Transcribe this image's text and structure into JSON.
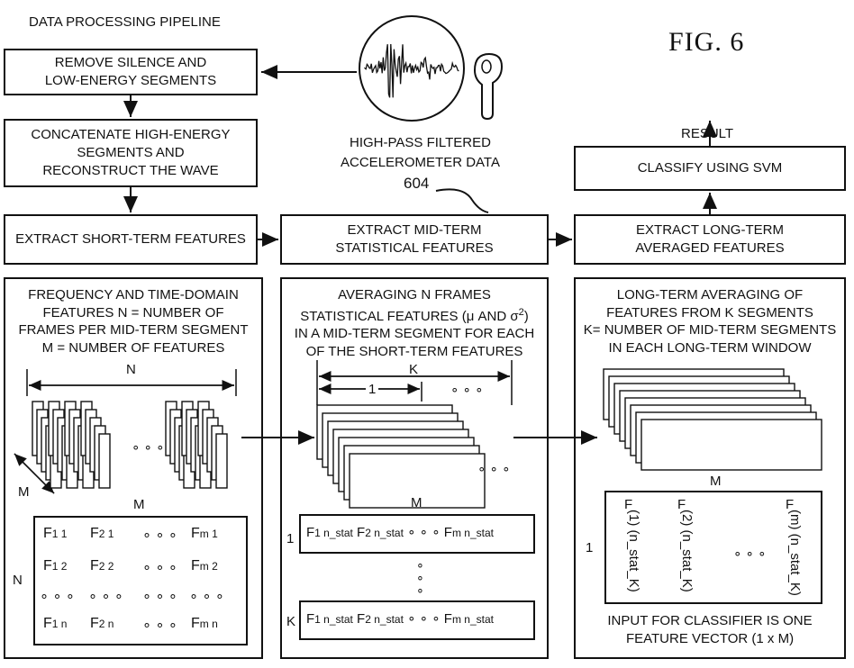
{
  "pipeline_title": "DATA PROCESSING PIPELINE",
  "fig_label": "FIG. 6",
  "source": {
    "line1": "HIGH-PASS FILTERED",
    "line2": "ACCELEROMETER DATA",
    "ref": "604"
  },
  "result_label": "RESULT",
  "boxes": {
    "remove_silence": [
      "REMOVE SILENCE AND",
      "LOW-ENERGY SEGMENTS"
    ],
    "concatenate": [
      "CONCATENATE HIGH-ENERGY",
      "SEGMENTS AND",
      "RECONSTRUCT THE WAVE"
    ],
    "short_term": "EXTRACT SHORT-TERM FEATURES",
    "mid_term": [
      "EXTRACT MID-TERM",
      "STATISTICAL FEATURES"
    ],
    "long_term": [
      "EXTRACT LONG-TERM",
      "AVERAGED FEATURES"
    ],
    "classify": "CLASSIFY USING SVM"
  },
  "panels": {
    "left": {
      "text": [
        "FREQUENCY AND TIME-DOMAIN",
        "FEATURES N = NUMBER OF",
        "FRAMES PER MID-TERM SEGMENT",
        "M = NUMBER OF FEATURES"
      ],
      "dim_n": "N",
      "dim_m_diag": "M",
      "dim_m": "M",
      "ellipsis": "∘ ∘ ∘",
      "matrix_row_label": "N",
      "matrix": {
        "row1": [
          "F",
          "1 1",
          "F",
          "2 1",
          "∘ ∘ ∘",
          "F",
          "m 1"
        ],
        "row2": [
          "F",
          "1 2",
          "F",
          "2 2",
          "∘ ∘ ∘",
          "F",
          "m 2"
        ],
        "row3": [
          "∘ ∘ ∘",
          "∘ ∘ ∘",
          "∘ ∘ ∘",
          "∘ ∘ ∘"
        ],
        "row4": [
          "F",
          "1 n",
          "F",
          "2 n",
          "∘ ∘ ∘",
          "F",
          "m n"
        ]
      }
    },
    "middle": {
      "text": [
        "AVERAGING N FRAMES",
        "STATISTICAL FEATURES (μ AND σ",
        "IN A MID-TERM SEGMENT FOR EACH",
        "OF THE SHORT-TERM FEATURES"
      ],
      "sigma_sup": "2",
      "close_paren": ")",
      "dim_k": "K",
      "dim_1": "1",
      "ellipsis": "∘ ∘ ∘",
      "dim_m": "M",
      "row1_label": "1",
      "rowk_label": "K",
      "row": [
        "F",
        "1 n_stat",
        "F",
        "2 n_stat",
        "∘ ∘ ∘",
        "F",
        "m n_stat"
      ],
      "vdots": "∘"
    },
    "right": {
      "text": [
        "LONG-TERM AVERAGING OF",
        "FEATURES FROM K SEGMENTS",
        "K= NUMBER OF MID-TERM SEGMENTS",
        "IN EACH LONG-TERM WINDOW"
      ],
      "dim_m": "M",
      "row_label": "1",
      "features": [
        "(1) (n_stat_K)",
        "(2) (n_stat_K)",
        "(m) (n_stat_K)"
      ],
      "feature_f": "F",
      "ellipsis": "∘ ∘ ∘",
      "footer": [
        "INPUT FOR CLASSIFIER IS ONE",
        "FEATURE VECTOR (1 x M)"
      ]
    }
  }
}
